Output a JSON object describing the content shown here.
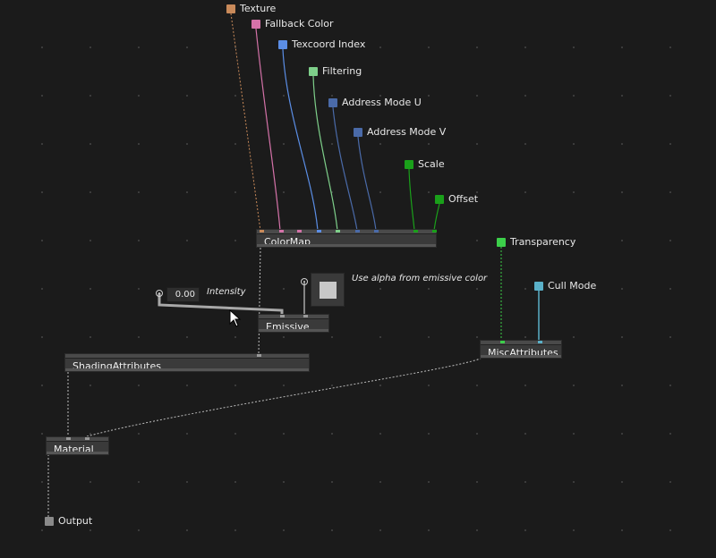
{
  "inputs": {
    "texture": {
      "label": "Texture",
      "color": "#c98a5a"
    },
    "fallback_color": {
      "label": "Fallback Color",
      "color": "#d472a8"
    },
    "texcoord_index": {
      "label": "Texcoord Index",
      "color": "#5b8ee6"
    },
    "filtering": {
      "label": "Filtering",
      "color": "#7ecf8a"
    },
    "address_mode_u": {
      "label": "Address Mode U",
      "color": "#4a6aa8"
    },
    "address_mode_v": {
      "label": "Address Mode V",
      "color": "#4a6aa8"
    },
    "scale": {
      "label": "Scale",
      "color": "#1aa01a"
    },
    "offset": {
      "label": "Offset",
      "color": "#1aa01a"
    },
    "transparency": {
      "label": "Transparency",
      "color": "#3ccf4a"
    },
    "cull_mode": {
      "label": "Cull Mode",
      "color": "#5ab0c8"
    },
    "output": {
      "label": "Output",
      "color": "#8a8a8a"
    }
  },
  "nodes": {
    "colormap": "ColorMap",
    "emissive": "Emissive",
    "shading_attributes": "ShadingAttributes",
    "misc_attributes": "MiscAttributes",
    "material": "Material"
  },
  "intensity": {
    "value": "0.00",
    "label": "Intensity"
  },
  "alpha_toggle": {
    "label": "Use alpha from emissive color"
  }
}
